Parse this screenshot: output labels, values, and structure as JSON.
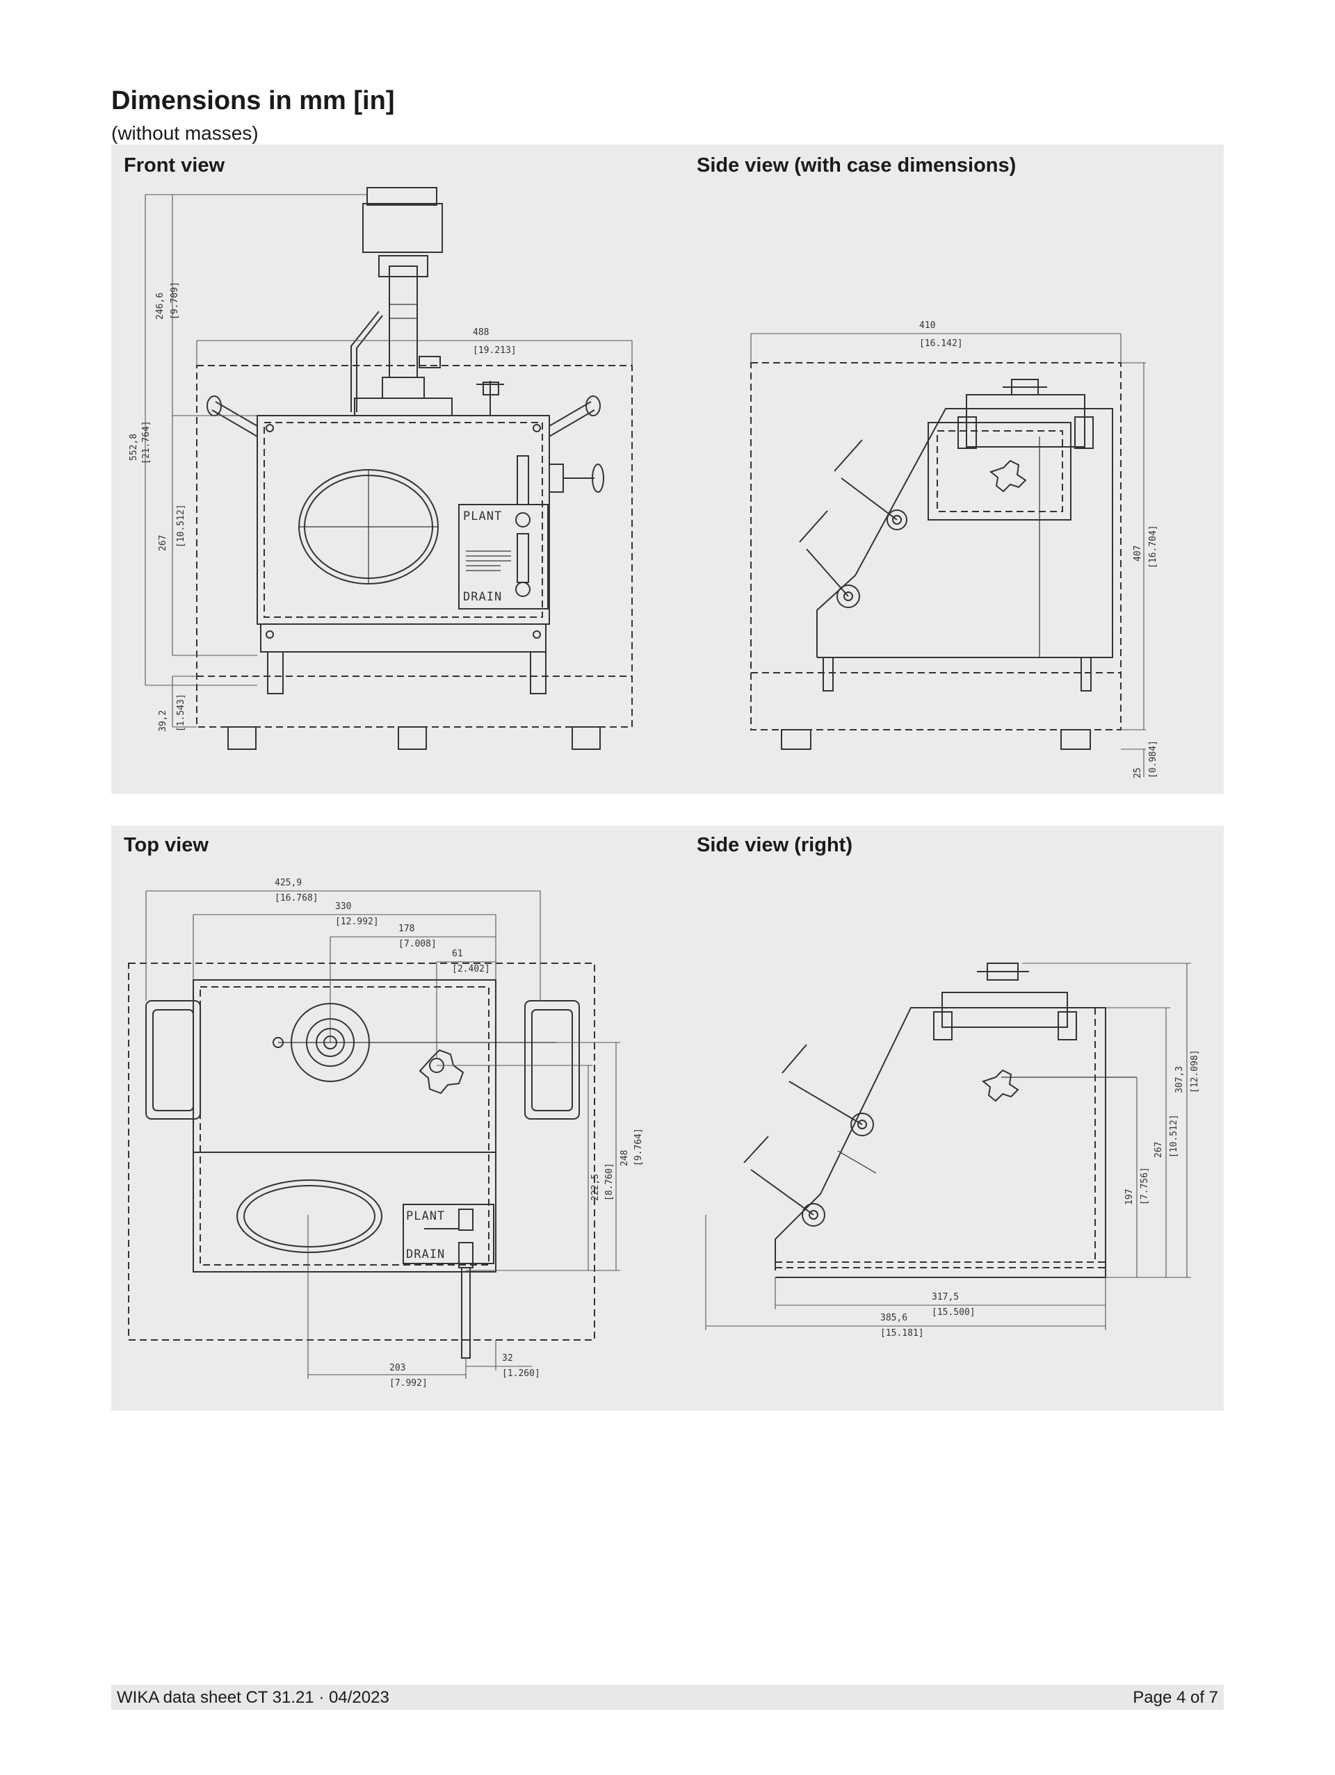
{
  "header": {
    "title": "Dimensions in mm [in]",
    "subtitle": "(without masses)"
  },
  "views": {
    "front": {
      "title": "Front view",
      "dims": {
        "d1": "246,6",
        "d1i": "[9.709]",
        "d2": "552,8",
        "d2i": "[21.764]",
        "d3": "267",
        "d3i": "[10.512]",
        "d4": "39,2",
        "d4i": "[1.543]",
        "w": "488",
        "wi": "[19.213]"
      },
      "labels": {
        "plant": "PLANT",
        "drain": "DRAIN"
      }
    },
    "side_case": {
      "title": "Side view (with case dimensions)",
      "dims": {
        "w": "410",
        "wi": "[16.142]",
        "h": "407",
        "hi": "[16.704]",
        "f": "25",
        "fi": "[0.984]"
      }
    },
    "top": {
      "title": "Top view",
      "dims": {
        "a": "425,9",
        "ai": "[16.768]",
        "b": "330",
        "bi": "[12.992]",
        "c": "178",
        "ci": "[7.008]",
        "d": "61",
        "di": "[2.402]",
        "e": "222,5",
        "ei": "[8.760]",
        "f": "248",
        "fi": "[9.764]",
        "g": "203",
        "gi": "[7.992]",
        "h": "32",
        "hi": "[1.260]"
      },
      "labels": {
        "plant": "PLANT",
        "drain": "DRAIN"
      }
    },
    "side_right": {
      "title": "Side view (right)",
      "dims": {
        "a": "307,3",
        "ai": "[12.098]",
        "b": "267",
        "bi": "[10.512]",
        "c": "197",
        "ci": "[7.756]",
        "d": "317,5",
        "di": "[15.500]",
        "e": "385,6",
        "ei": "[15.181]"
      }
    }
  },
  "footer": {
    "left": "WIKA data sheet CT 31.21 · 04/2023",
    "right": "Page 4 of 7"
  }
}
